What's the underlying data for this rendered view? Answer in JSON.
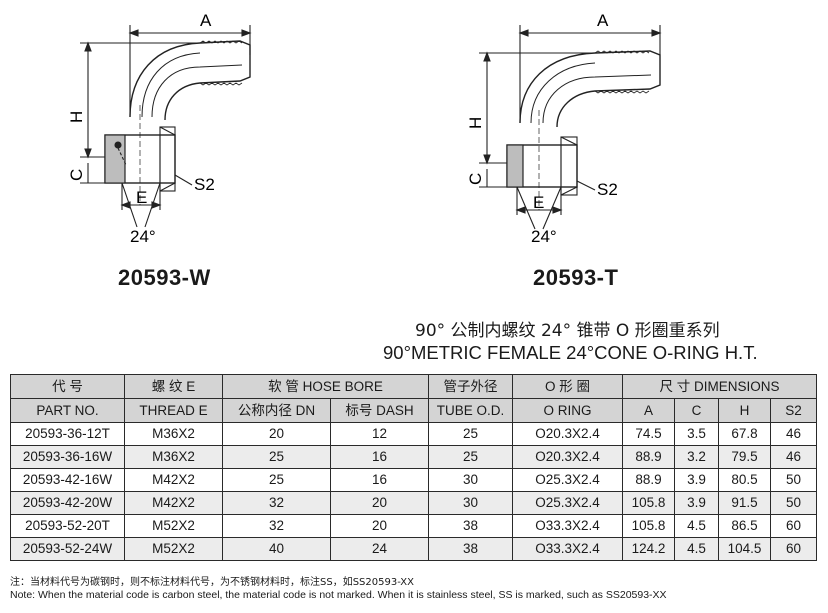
{
  "drawings": {
    "left": {
      "model": "20593-W",
      "dim_a": "A",
      "dim_h": "H",
      "dim_c": "C",
      "dim_e": "E",
      "dim_s2": "S2",
      "angle": "24°"
    },
    "right": {
      "model": "20593-T",
      "dim_a": "A",
      "dim_h": "H",
      "dim_c": "C",
      "dim_e": "E",
      "dim_s2": "S2",
      "angle": "24°"
    }
  },
  "title": {
    "cn": "90° 公制内螺纹 24° 锥带 O 形圈重系列",
    "en": "90°METRIC FEMALE 24°CONE O-RING H.T."
  },
  "table": {
    "header1": [
      "代 号",
      "螺 纹 E",
      "软 管   HOSE BORE",
      "管子外径",
      "O 形 圈",
      "尺 寸 DIMENSIONS"
    ],
    "header2": [
      "PART NO.",
      "THREAD E",
      "公称内径 DN",
      "标号 DASH",
      "TUBE O.D.",
      "O RING",
      "A",
      "C",
      "H",
      "S2"
    ],
    "rows": [
      [
        "20593-36-12T",
        "M36X2",
        "20",
        "12",
        "25",
        "O20.3X2.4",
        "74.5",
        "3.5",
        "67.8",
        "46"
      ],
      [
        "20593-36-16W",
        "M36X2",
        "25",
        "16",
        "25",
        "O20.3X2.4",
        "88.9",
        "3.2",
        "79.5",
        "46"
      ],
      [
        "20593-42-16W",
        "M42X2",
        "25",
        "16",
        "30",
        "O25.3X2.4",
        "88.9",
        "3.9",
        "80.5",
        "50"
      ],
      [
        "20593-42-20W",
        "M42X2",
        "32",
        "20",
        "30",
        "O25.3X2.4",
        "105.8",
        "3.9",
        "91.5",
        "50"
      ],
      [
        "20593-52-20T",
        "M52X2",
        "32",
        "20",
        "38",
        "O33.3X2.4",
        "105.8",
        "4.5",
        "86.5",
        "60"
      ],
      [
        "20593-52-24W",
        "M52X2",
        "40",
        "24",
        "38",
        "O33.3X2.4",
        "124.2",
        "4.5",
        "104.5",
        "60"
      ]
    ]
  },
  "notes": {
    "cn": "注：当材料代号为碳钢时，则不标注材料代号，为不锈钢材料时，标注SS，如SS20593-XX",
    "en": "Note: When the material code is carbon steel, the material code is not marked. When it is stainless steel, SS is marked, such as SS20593-XX"
  }
}
